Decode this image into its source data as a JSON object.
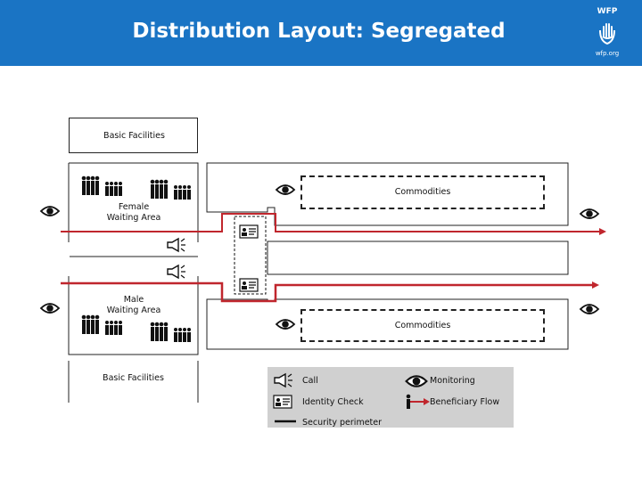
{
  "header": {
    "title": "Distribution Layout: Segregated",
    "bg_color": "#1a74c4"
  },
  "logo": {
    "text": "WFP",
    "url": "wfp.org"
  },
  "diagram": {
    "basic_facilities_top": "Basic Facilities",
    "basic_facilities_bottom": "Basic Facilities",
    "female_area": [
      "Female",
      "Waiting Area"
    ],
    "male_area": [
      "Male",
      "Waiting Area"
    ],
    "commodities_top": "Commodities",
    "commodities_bottom": "Commodities",
    "flow_color": "#c0262d"
  },
  "legend": {
    "call": "Call",
    "identity_check": "Identity Check",
    "security_perimeter": "Security perimeter",
    "monitoring": "Monitoring",
    "beneficiary_flow": "Beneficiary Flow",
    "bg_color": "#d0d0d0"
  }
}
